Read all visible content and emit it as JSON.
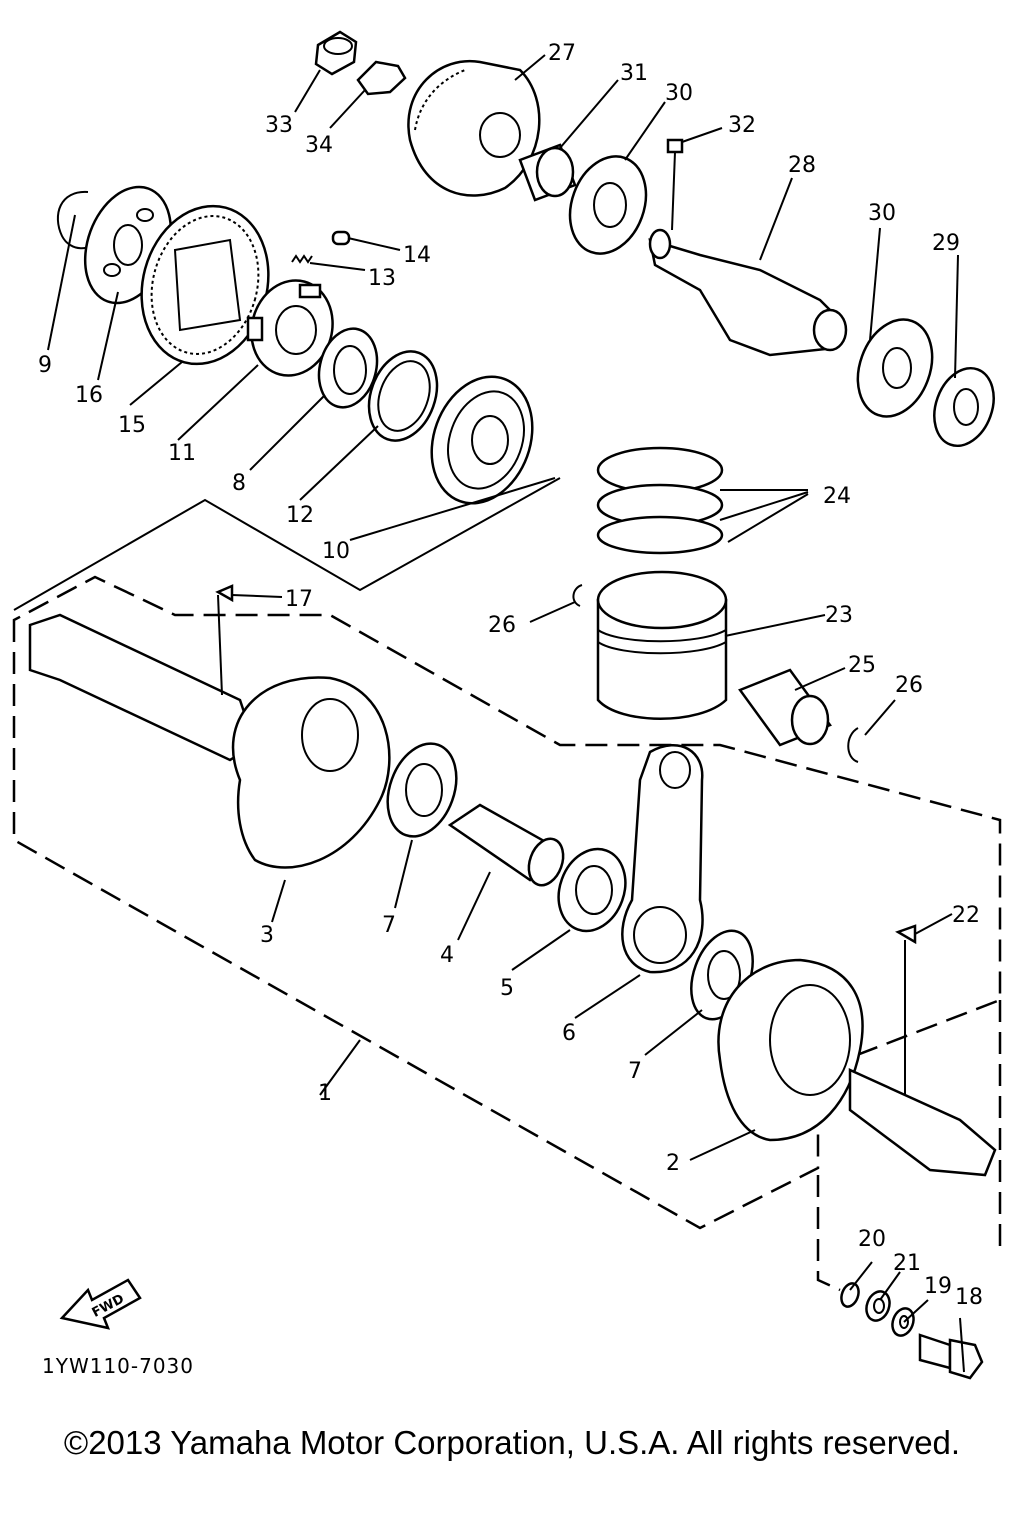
{
  "drawing_code": "1YW110-7030",
  "copyright": "©2013 Yamaha Motor Corporation, U.S.A. All rights reserved.",
  "fwd_label": "FWD",
  "callouts": [
    {
      "id": "c1",
      "text": "1"
    },
    {
      "id": "c2",
      "text": "2"
    },
    {
      "id": "c3",
      "text": "3"
    },
    {
      "id": "c4",
      "text": "4"
    },
    {
      "id": "c5",
      "text": "5"
    },
    {
      "id": "c6",
      "text": "6"
    },
    {
      "id": "c7a",
      "text": "7"
    },
    {
      "id": "c7b",
      "text": "7"
    },
    {
      "id": "c8",
      "text": "8"
    },
    {
      "id": "c9",
      "text": "9"
    },
    {
      "id": "c10",
      "text": "10"
    },
    {
      "id": "c11",
      "text": "11"
    },
    {
      "id": "c12",
      "text": "12"
    },
    {
      "id": "c13",
      "text": "13"
    },
    {
      "id": "c14",
      "text": "14"
    },
    {
      "id": "c15",
      "text": "15"
    },
    {
      "id": "c16",
      "text": "16"
    },
    {
      "id": "c17",
      "text": "17"
    },
    {
      "id": "c18",
      "text": "18"
    },
    {
      "id": "c19",
      "text": "19"
    },
    {
      "id": "c20",
      "text": "20"
    },
    {
      "id": "c21",
      "text": "21"
    },
    {
      "id": "c22",
      "text": "22"
    },
    {
      "id": "c23",
      "text": "23"
    },
    {
      "id": "c24",
      "text": "24"
    },
    {
      "id": "c25",
      "text": "25"
    },
    {
      "id": "c26a",
      "text": "26"
    },
    {
      "id": "c26b",
      "text": "26"
    },
    {
      "id": "c27",
      "text": "27"
    },
    {
      "id": "c28",
      "text": "28"
    },
    {
      "id": "c29",
      "text": "29"
    },
    {
      "id": "c30a",
      "text": "30"
    },
    {
      "id": "c30b",
      "text": "30"
    },
    {
      "id": "c31",
      "text": "31"
    },
    {
      "id": "c32",
      "text": "32"
    },
    {
      "id": "c33",
      "text": "33"
    },
    {
      "id": "c34",
      "text": "34"
    }
  ]
}
